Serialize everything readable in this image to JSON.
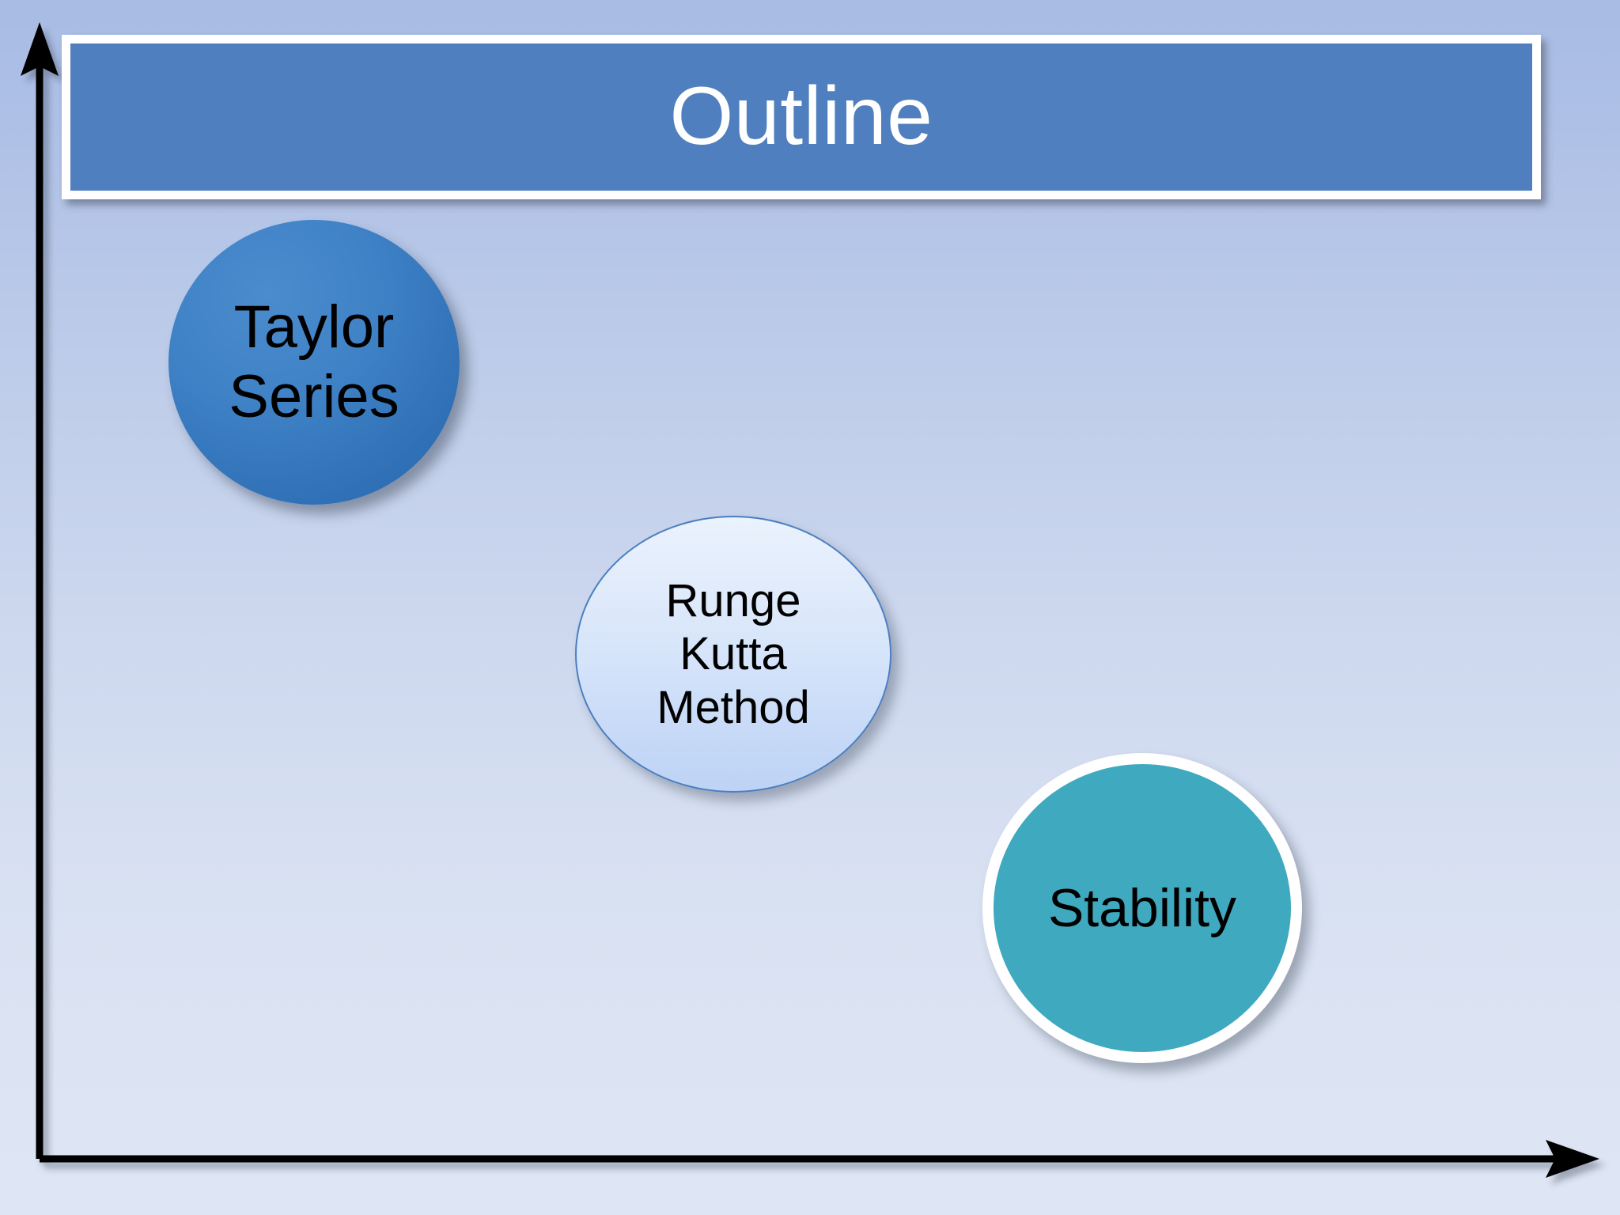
{
  "slide": {
    "background_top_color": "#a8bce4",
    "background_bottom_color": "#dee5f4"
  },
  "title": {
    "text": "Outline",
    "banner_fill": "#4f7fbe",
    "banner_border": "#ffffff",
    "text_color": "#ffffff"
  },
  "axes": {
    "line_color": "#000000",
    "vertical_axis_name": "y-axis-arrow",
    "horizontal_axis_name": "x-axis-arrow"
  },
  "bubbles": [
    {
      "id": "taylor-series",
      "label": "Taylor\nSeries",
      "fill": "#3f82c6",
      "text_color": "#000000",
      "outline": "none"
    },
    {
      "id": "runge-kutta-method",
      "label": "Runge\nKutta\nMethod",
      "fill": "#d9e6fb",
      "text_color": "#000000",
      "outline": "#4a7fc0"
    },
    {
      "id": "stability",
      "label": "Stability",
      "fill": "#3fa9c0",
      "text_color": "#000000",
      "outline": "#ffffff"
    }
  ]
}
